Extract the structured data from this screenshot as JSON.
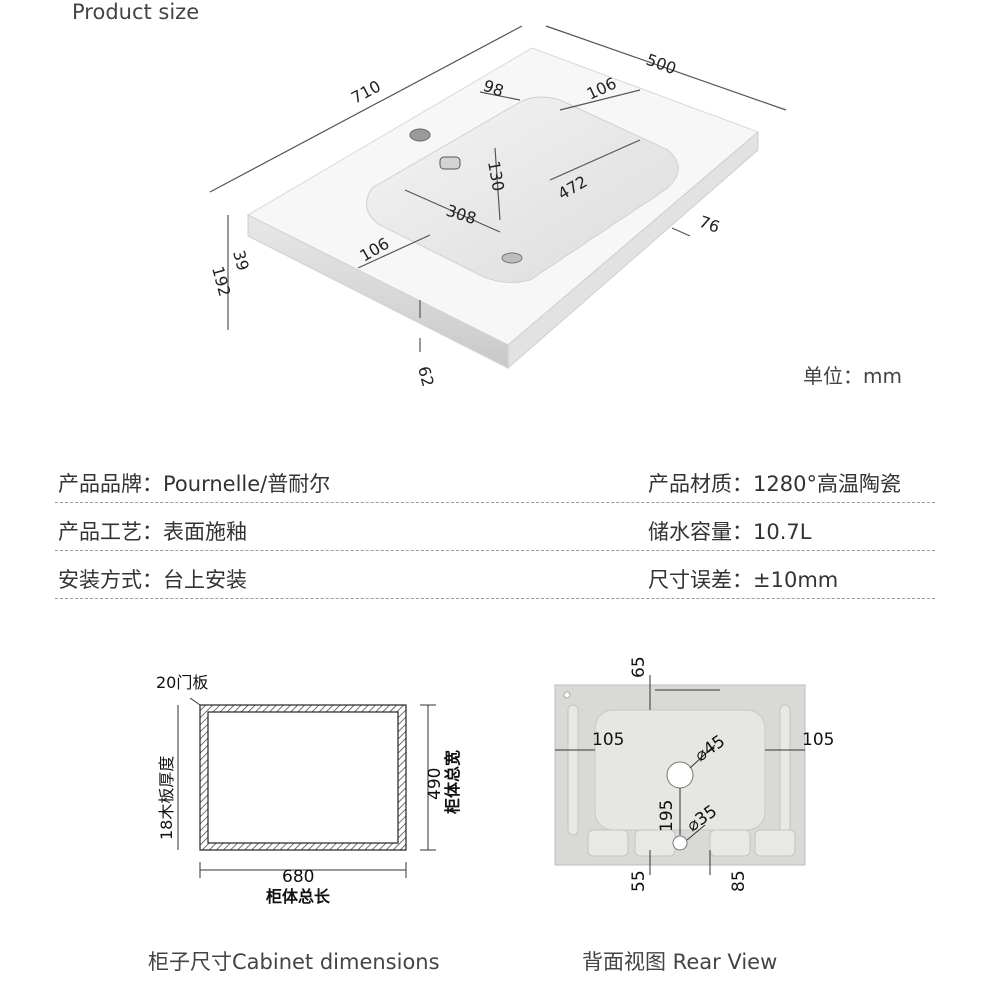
{
  "header": {
    "title": "Product size",
    "unit": "单位：mm"
  },
  "basin": {
    "dims": {
      "length": "710",
      "width": "500",
      "tap_offset": "98",
      "rim_right": "106",
      "tap_depth": "130",
      "bowl_length": "472",
      "bowl_width": "308",
      "rim_front": "106",
      "side": "76",
      "thickness": "39",
      "height": "192",
      "bottom": "62"
    }
  },
  "specs": [
    {
      "label": "产品品牌：",
      "value": "Pournelle/普耐尔"
    },
    {
      "label": "产品材质：",
      "value": "1280°高温陶瓷"
    },
    {
      "label": "产品工艺：",
      "value": "表面施釉"
    },
    {
      "label": "储水容量：",
      "value": "10.7L"
    },
    {
      "label": "安装方式：",
      "value": "台上安装"
    },
    {
      "label": "尺寸误差：",
      "value": "±10mm"
    }
  ],
  "cabinet": {
    "door": "20门板",
    "board": "18木板厚度",
    "width": "680",
    "width_label": "柜体总长",
    "depth": "490",
    "depth_label": "柜体总宽",
    "caption": "柜子尺寸Cabinet dimensions"
  },
  "rear": {
    "top": "65",
    "left": "105",
    "right": "105",
    "drain_dia": "⌀45",
    "drain_depth": "195",
    "hole_dia": "⌀35",
    "bottom_left": "55",
    "bottom_right": "85",
    "caption": "背面视图 Rear View"
  }
}
